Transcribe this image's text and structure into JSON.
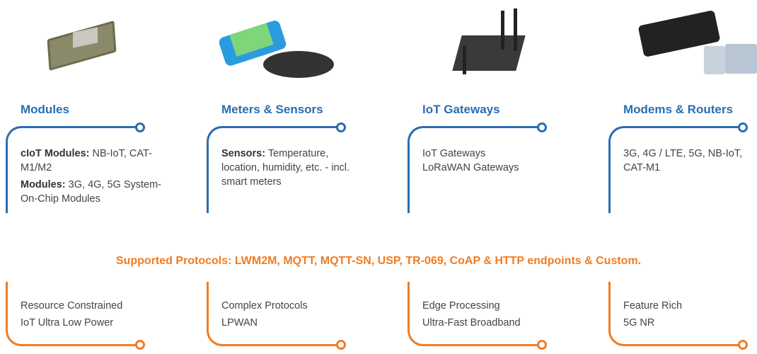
{
  "columns": [
    {
      "title": "Modules",
      "lines": [
        {
          "bold": "cIoT Modules:",
          "text": " NB-IoT, CAT-M1/M2"
        },
        {
          "bold": "Modules:",
          "text": " 3G, 4G, 5G System-On-Chip Modules"
        }
      ],
      "bottom": [
        "Resource Constrained",
        "IoT Ultra Low Power"
      ]
    },
    {
      "title": "Meters & Sensors",
      "lines": [
        {
          "bold": "Sensors:",
          "text": " Temperature, location, humidity, etc. - incl. smart meters"
        }
      ],
      "bottom": [
        "Complex Protocols",
        "LPWAN"
      ]
    },
    {
      "title": "IoT Gateways",
      "lines": [
        {
          "bold": "",
          "text": "IoT Gateways"
        },
        {
          "bold": "",
          "text": "LoRaWAN Gateways"
        }
      ],
      "bottom": [
        "Edge Processing",
        "Ultra-Fast Broadband"
      ]
    },
    {
      "title": "Modems & Routers",
      "lines": [
        {
          "bold": "",
          "text": "3G, 4G / LTE, 5G, NB-IoT, CAT-M1"
        }
      ],
      "bottom": [
        "Feature Rich",
        "5G NR"
      ]
    }
  ],
  "protocols": "Supported Protocols: LWM2M, MQTT, MQTT-SN, USP, TR-069, CoAP & HTTP endpoints & Custom.",
  "colors": {
    "blue": "#2a6db0",
    "orange": "#f07c22"
  }
}
